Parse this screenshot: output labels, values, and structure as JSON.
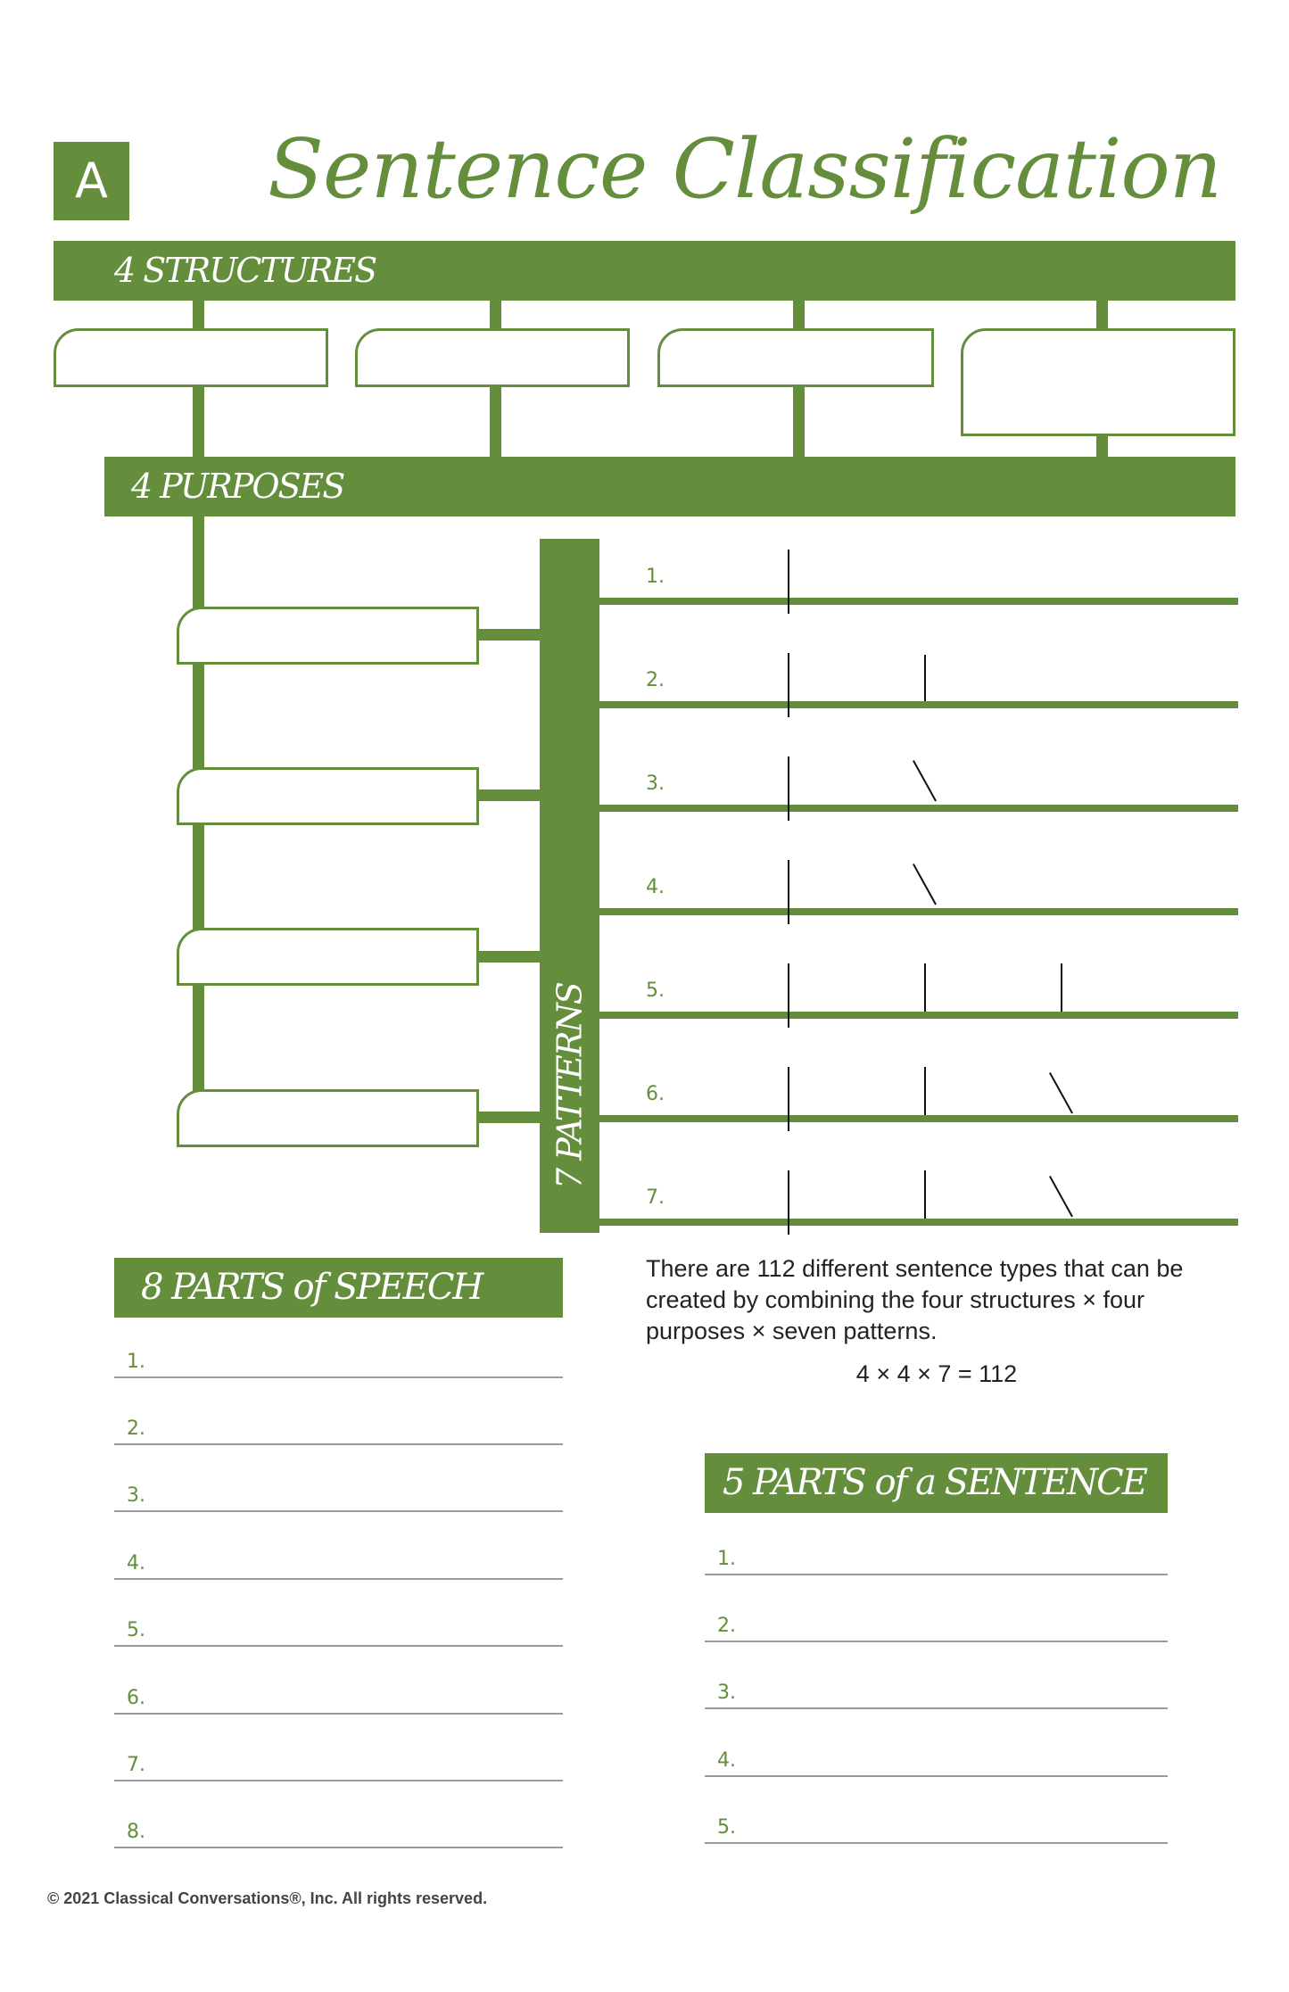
{
  "header": {
    "section_letter": "A",
    "title": "Sentence Classification"
  },
  "structures": {
    "label": "4 STRUCTURES",
    "boxes": [
      "",
      "",
      "",
      ""
    ]
  },
  "purposes": {
    "label": "4 PURPOSES",
    "boxes": [
      "",
      "",
      "",
      ""
    ]
  },
  "patterns": {
    "label": "7 PATTERNS",
    "rows": [
      {
        "number": "1.",
        "dividers": [
          "vertical"
        ]
      },
      {
        "number": "2.",
        "dividers": [
          "vertical",
          "vertical-above"
        ]
      },
      {
        "number": "3.",
        "dividers": [
          "vertical",
          "slash"
        ]
      },
      {
        "number": "4.",
        "dividers": [
          "vertical",
          "slash"
        ]
      },
      {
        "number": "5.",
        "dividers": [
          "vertical",
          "vertical-above",
          "vertical-above"
        ]
      },
      {
        "number": "6.",
        "dividers": [
          "vertical",
          "vertical-above",
          "slash"
        ]
      },
      {
        "number": "7.",
        "dividers": [
          "vertical",
          "vertical-above",
          "slash"
        ]
      }
    ]
  },
  "parts_of_speech": {
    "label": "8 PARTS of SPEECH",
    "items": [
      "1.",
      "2.",
      "3.",
      "4.",
      "5.",
      "6.",
      "7.",
      "8."
    ]
  },
  "info": {
    "text": "There are 112 different sentence types that can be created by combining the four structures × four purposes × seven patterns.",
    "equation": "4 × 4 × 7 = 112"
  },
  "parts_of_sentence": {
    "label": "5 PARTS of a SENTENCE",
    "items": [
      "1.",
      "2.",
      "3.",
      "4.",
      "5."
    ]
  },
  "footer": {
    "copyright": "© 2021 Classical Conversations®, Inc. All rights reserved."
  },
  "colors": {
    "accent_green": "#648e3c",
    "rule_gray": "#9a9a9a",
    "text_dark": "#222222"
  }
}
